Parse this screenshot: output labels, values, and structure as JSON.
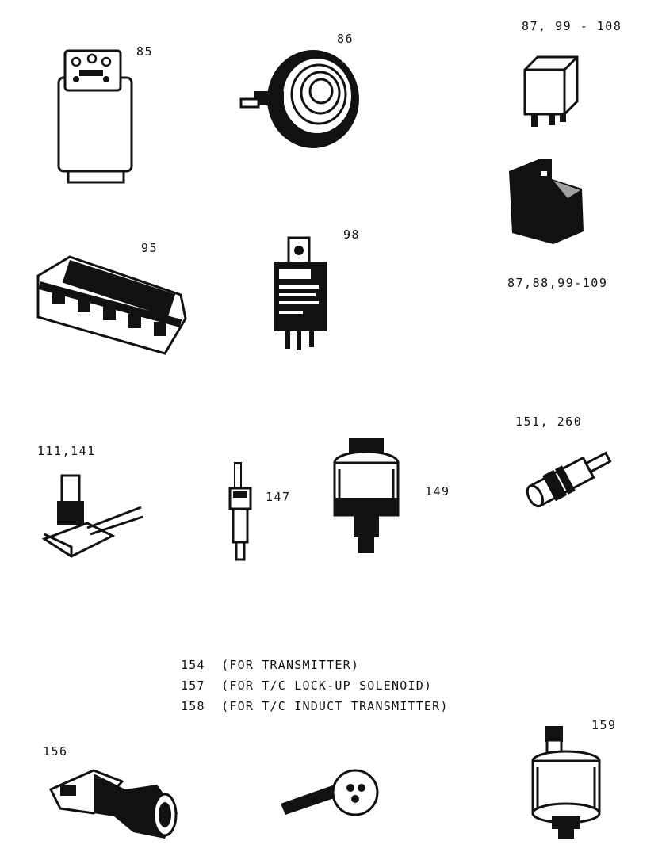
{
  "labels": {
    "p85": "85",
    "p86": "86",
    "p87_108": "87, 99 - 108",
    "p95": "95",
    "p98": "98",
    "p87_109": "87,88,99-109",
    "p111": "111,141",
    "p147": "147",
    "p149": "149",
    "p151": "151, 260",
    "p156": "156",
    "p159": "159"
  },
  "notes": [
    "154  (FOR TRANSMITTER)",
    "157  (FOR T/C LOCK-UP SOLENOID)",
    "158  (FOR T/C INDUCT TRANSMITTER)"
  ]
}
